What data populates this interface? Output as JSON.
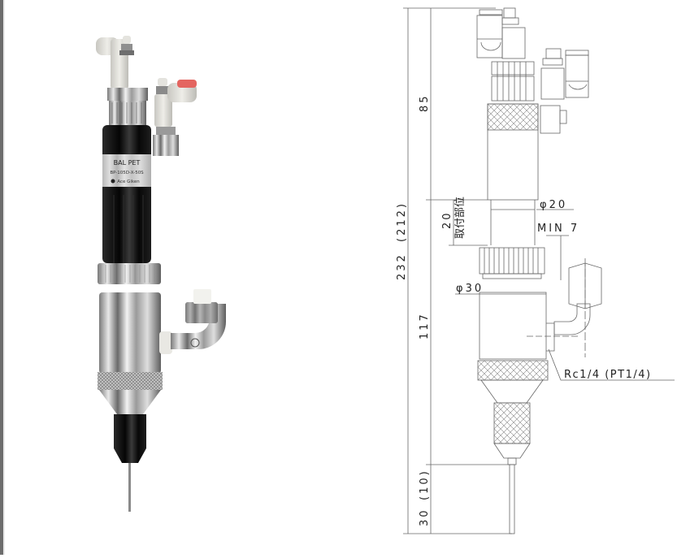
{
  "photo": {
    "caption_label_line1": "BAL PET",
    "caption_label_line2": "BP-105D-X-50S",
    "caption_label_line3": "Ace Giken",
    "colors": {
      "body_black": "#0d0d0d",
      "steel": "#b8b8b8",
      "fitting_white": "#dcdbd6",
      "cap_red": "#e05a55"
    }
  },
  "drawing": {
    "dimensions": {
      "total_length": "232",
      "total_length_paren": "(212)",
      "upper_length": "85",
      "mount_length": "20",
      "mount_label": "取付部位",
      "lower_length": "117",
      "needle_length": "30",
      "needle_paren": "(10)",
      "upper_diameter": "φ20",
      "lower_diameter": "φ30",
      "min_clearance": "MIN 7",
      "port_thread": "Rc1/4 (PT1/4)"
    },
    "line_color": "#555555"
  }
}
